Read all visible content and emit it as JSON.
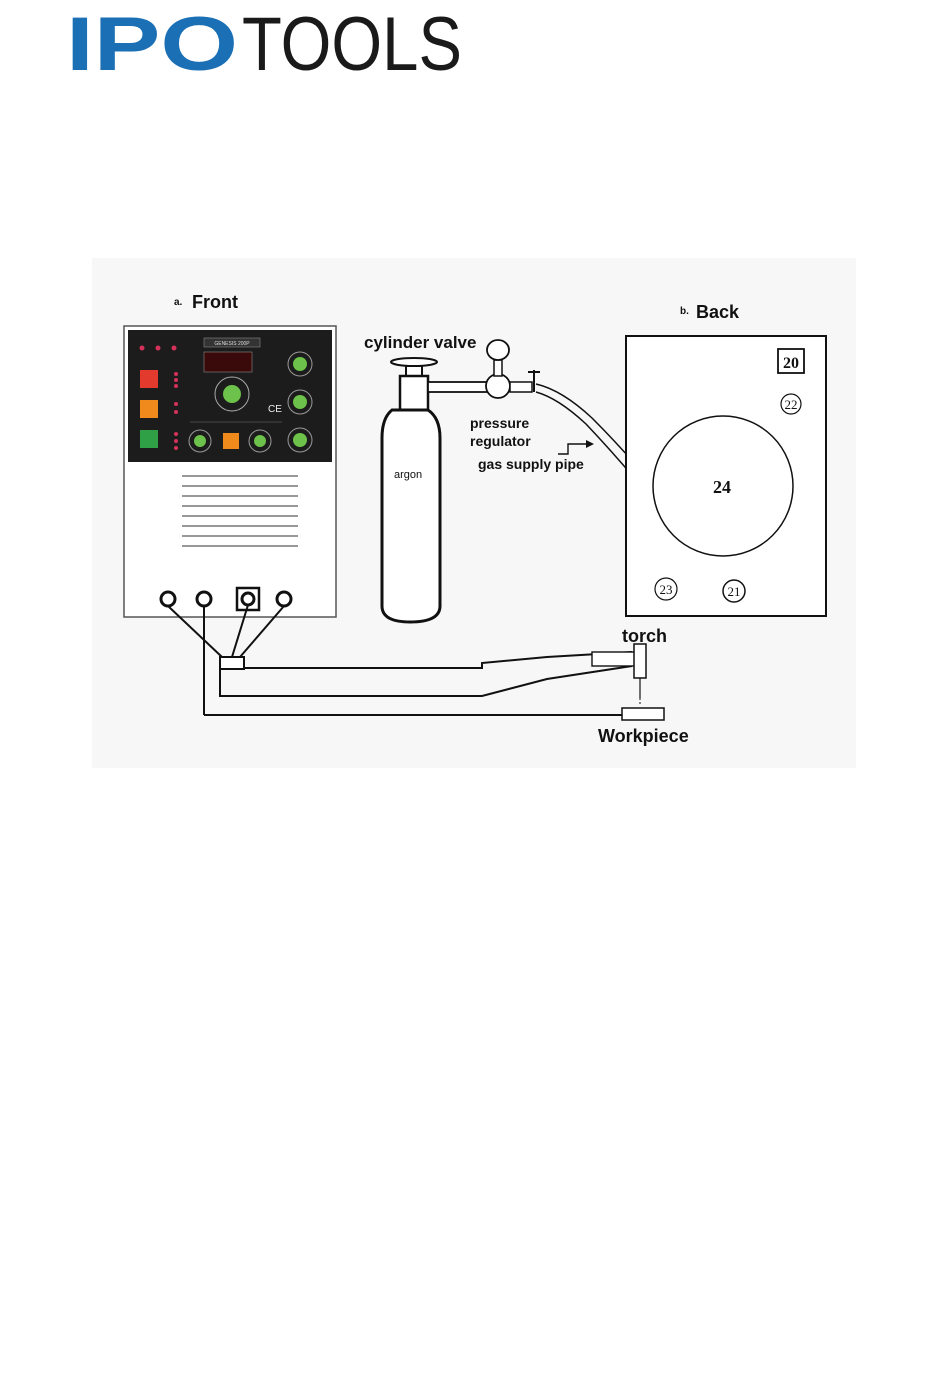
{
  "logo": {
    "bold_part": "IPO",
    "light_part": "TOOLS",
    "brand_color": "#1a6fb5",
    "text_color": "#1a1a1a"
  },
  "diagram": {
    "front_prefix": "a.",
    "front_title": "Front",
    "back_prefix": "b.",
    "back_title": "Back",
    "cylinder_valve": "cylinder valve",
    "argon": "argon",
    "pressure": "pressure",
    "regulator": "regulator",
    "gas_supply_pipe": "gas supply pipe",
    "torch": "torch",
    "workpiece": "Workpiece",
    "back_items": {
      "n20": "20",
      "n22": "22",
      "n24": "24",
      "n23": "23",
      "n21": "21"
    },
    "panel_model": "GENESIS 200P",
    "panel_colors": {
      "red": "#e23b2e",
      "orange": "#f08a1c",
      "green": "#2fa046",
      "knob": "#6cc24a",
      "panel": "#1c1c1c"
    }
  }
}
